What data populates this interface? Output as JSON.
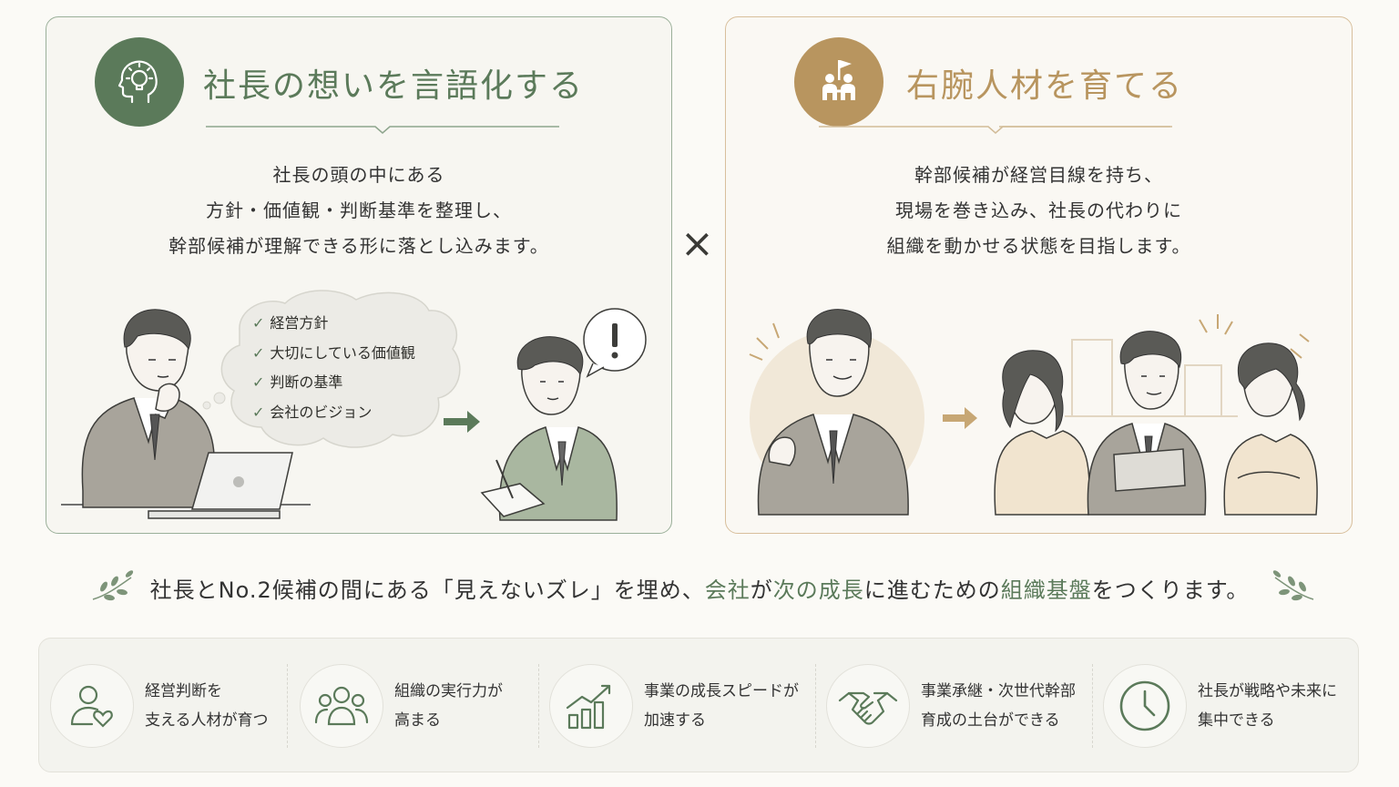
{
  "left_panel": {
    "title": "社長の想いを言語化する",
    "desc": [
      "社長の頭の中にある",
      "方針・価値観・判断基準を整理し、",
      "幹部候補が理解できる形に落とし込みます。"
    ],
    "thought_items": [
      "経営方針",
      "大切にしている価値観",
      "判断の基準",
      "会社のビジョン"
    ],
    "accent": "#5b7a5a"
  },
  "right_panel": {
    "title": "右腕人材を育てる",
    "desc": [
      "幹部候補が経営目線を持ち、",
      "現場を巻き込み、社長の代わりに",
      "組織を動かせる状態を目指します。"
    ],
    "accent": "#b8955f"
  },
  "times_symbol": "×",
  "tagline": {
    "p1": "社長とNo.2候補の間にある「見えないズレ」を埋め、",
    "h1": "会社",
    "p2": "が",
    "h2": "次の成長",
    "p3": "に進むための",
    "h3": "組織基盤",
    "p4": "をつくります。"
  },
  "benefits": [
    {
      "icon": "person-heart-icon",
      "lines": [
        "経営判断を",
        "支える人材が育つ"
      ]
    },
    {
      "icon": "team-icon",
      "lines": [
        "組織の実行力が",
        "高まる"
      ]
    },
    {
      "icon": "growth-chart-icon",
      "lines": [
        "事業の成長スピードが",
        "加速する"
      ]
    },
    {
      "icon": "handshake-icon",
      "lines": [
        "事業承継・次世代幹部",
        "育成の土台ができる"
      ]
    },
    {
      "icon": "clock-icon",
      "lines": [
        "社長が戦略や未来に",
        "集中できる"
      ]
    }
  ]
}
